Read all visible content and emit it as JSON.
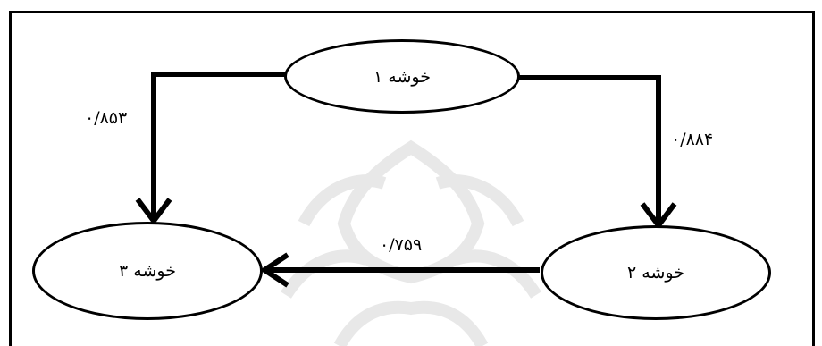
{
  "nodes": {
    "cluster1": {
      "label": "خوشه ۱"
    },
    "cluster2": {
      "label": "خوشه ۲"
    },
    "cluster3": {
      "label": "خوشه ۳"
    }
  },
  "edges": {
    "c1_to_c3": {
      "label": "۰/۸۵۳"
    },
    "c1_to_c2": {
      "label": "۰/۸۸۴"
    },
    "c2_to_c3": {
      "label": "۰/۷۵۹"
    }
  },
  "colors": {
    "line": "#000000",
    "background": "#ffffff",
    "watermark": "#e6e6e6"
  }
}
